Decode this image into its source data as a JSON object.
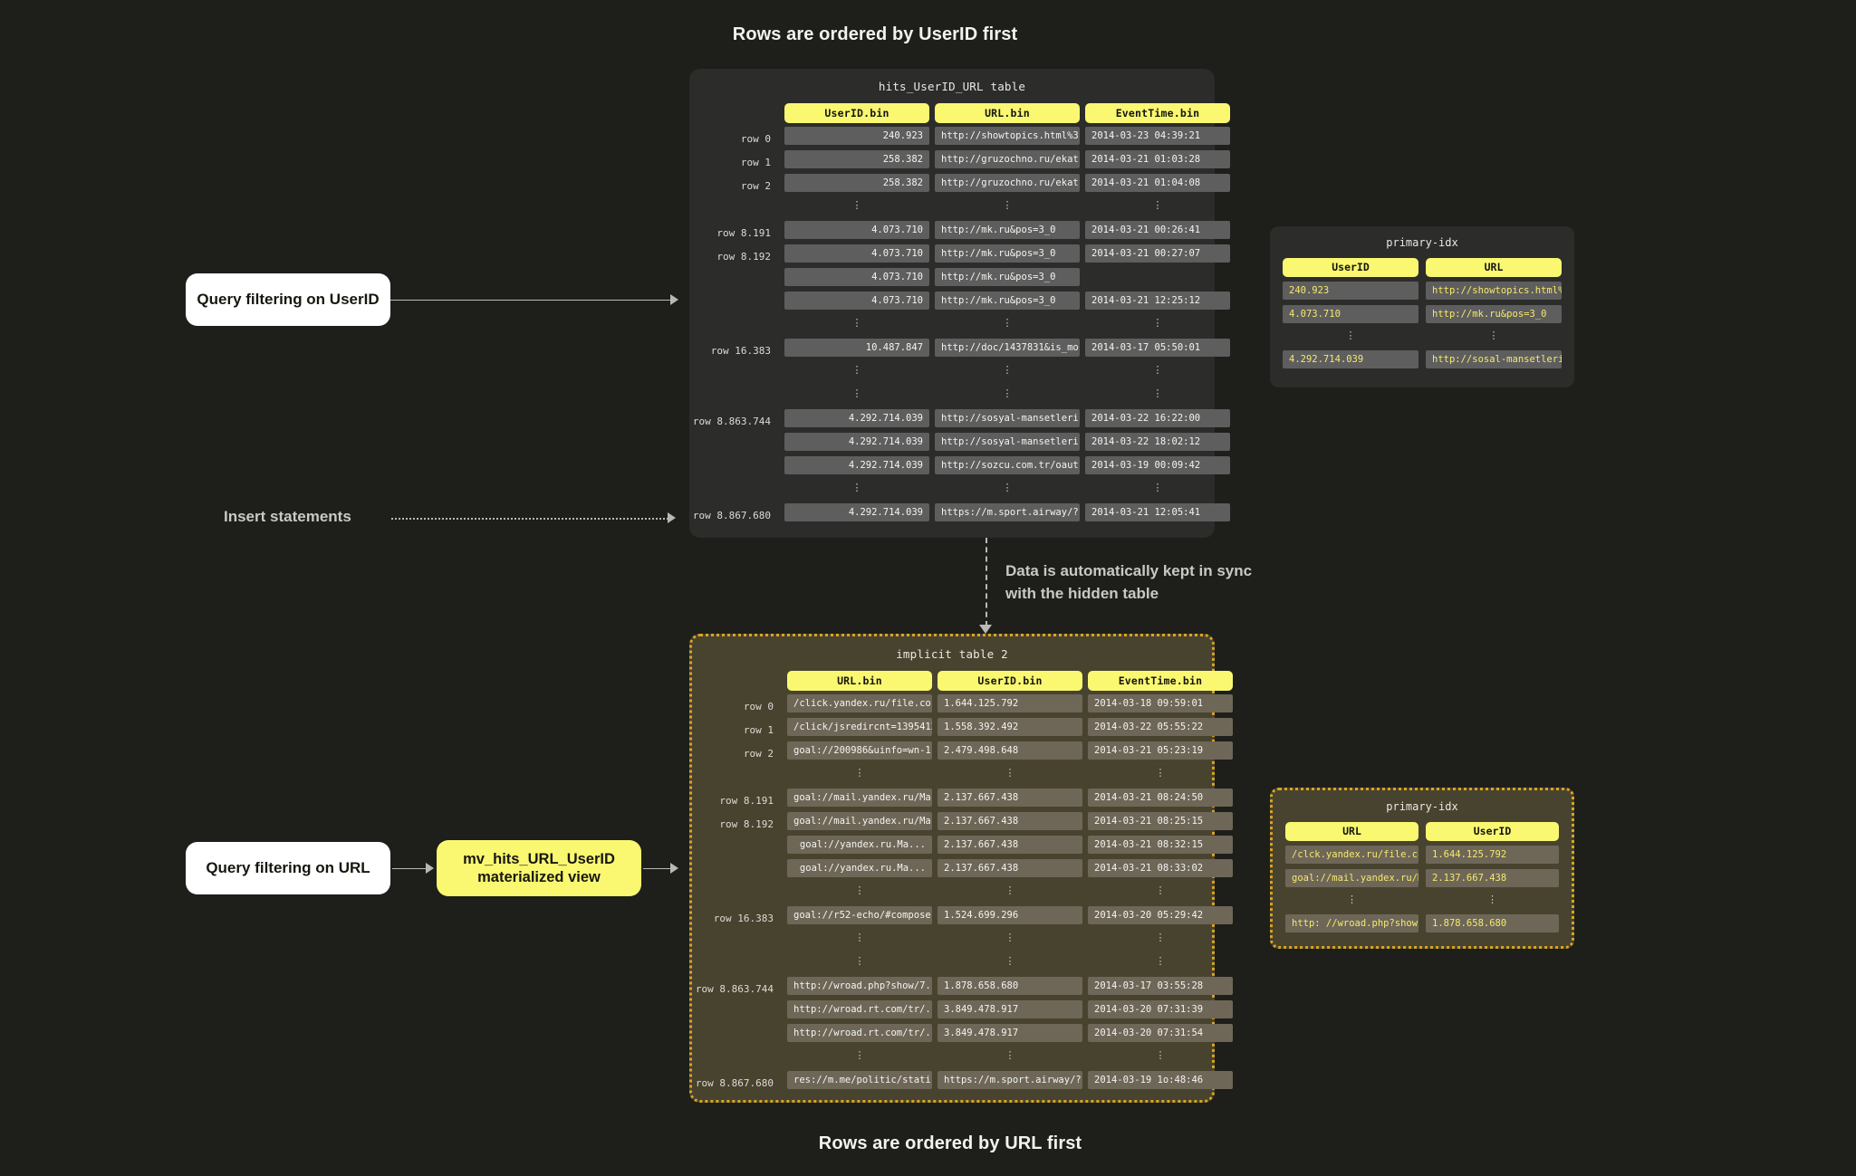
{
  "captions": {
    "top": "Rows are ordered by UserID first",
    "bottom": "Rows are ordered by URL first"
  },
  "callouts": {
    "query_userid": "Query filtering on UserID",
    "query_url": "Query filtering on URL",
    "materialized_view": "mv_hits_URL_UserID materialized view",
    "insert_statements": "Insert statements",
    "sync_note": "Data is automatically kept in sync\nwith the hidden table"
  },
  "table_hits": {
    "title": "hits_UserID_URL table",
    "headers": [
      "UserID.bin",
      "URL.bin",
      "EventTime.bin"
    ],
    "rows": [
      {
        "label": "row 0",
        "type": "data",
        "cells": [
          "240.923",
          "http://showtopics.html%3...",
          "2014-03-23 04:39:21"
        ]
      },
      {
        "label": "row 1",
        "type": "data",
        "cells": [
          "258.382",
          "http://gruzochno.ru/ekat...",
          "2014-03-21 01:03:28"
        ]
      },
      {
        "label": "row 2",
        "type": "data",
        "cells": [
          "258.382",
          "http://gruzochno.ru/ekat...",
          "2014-03-21 01:04:08"
        ]
      },
      {
        "label": "",
        "type": "ellipsis",
        "cells": [
          "",
          "",
          ""
        ]
      },
      {
        "label": "row 8.191",
        "type": "data",
        "cells": [
          "4.073.710",
          "http://mk.ru&pos=3_0",
          "2014-03-21 00:26:41"
        ]
      },
      {
        "label": "row 8.192",
        "type": "data",
        "cells": [
          "4.073.710",
          "http://mk.ru&pos=3_0",
          "2014-03-21 00:27:07"
        ]
      },
      {
        "label": "",
        "type": "data",
        "cells": [
          "4.073.710",
          "http://mk.ru&pos=3_0",
          ""
        ]
      },
      {
        "label": "",
        "type": "data",
        "cells": [
          "4.073.710",
          "http://mk.ru&pos=3_0",
          "2014-03-21 12:25:12"
        ]
      },
      {
        "label": "",
        "type": "ellipsis",
        "cells": [
          "",
          "",
          ""
        ]
      },
      {
        "label": "row 16.383",
        "type": "data",
        "cells": [
          "10.487.847",
          "http://doc/1437831&is_mo...",
          "2014-03-17 05:50:01"
        ]
      },
      {
        "label": "",
        "type": "ellipsis",
        "cells": [
          "",
          "",
          ""
        ]
      },
      {
        "label": "",
        "type": "ellipsis",
        "cells": [
          "",
          "",
          ""
        ]
      },
      {
        "label": "row 8.863.744",
        "type": "data",
        "cells": [
          "4.292.714.039",
          "http://sosyal-mansetleri...",
          "2014-03-22 16:22:00"
        ]
      },
      {
        "label": "",
        "type": "data",
        "cells": [
          "4.292.714.039",
          "http://sosyal-mansetleri...",
          "2014-03-22 18:02:12"
        ]
      },
      {
        "label": "",
        "type": "data",
        "cells": [
          "4.292.714.039",
          "http://sozcu.com.tr/oaut",
          "2014-03-19 00:09:42"
        ]
      },
      {
        "label": "",
        "type": "ellipsis",
        "cells": [
          "",
          "",
          ""
        ]
      },
      {
        "label": "row 8.867.680",
        "type": "data",
        "cells": [
          "4.292.714.039",
          "https://m.sport.airway/?",
          "2014-03-21 12:05:41"
        ]
      }
    ]
  },
  "table_implicit": {
    "title": "implicit table 2",
    "headers": [
      "URL.bin",
      "UserID.bin",
      "EventTime.bin"
    ],
    "rows": [
      {
        "label": "row 0",
        "type": "data",
        "cells": [
          "/click.yandex.ru/file.co ...",
          "1.644.125.792",
          "2014-03-18 09:59:01"
        ]
      },
      {
        "label": "row 1",
        "type": "data",
        "cells": [
          "/click/jsredircnt=1395412...",
          "1.558.392.492",
          "2014-03-22 05:55:22"
        ]
      },
      {
        "label": "row 2",
        "type": "data",
        "cells": [
          "goal://200986&uinfo=wn-1...",
          "2.479.498.648",
          "2014-03-21 05:23:19"
        ]
      },
      {
        "label": "",
        "type": "ellipsis",
        "cells": [
          "",
          "",
          ""
        ]
      },
      {
        "label": "row 8.191",
        "type": "data",
        "cells": [
          "goal://mail.yandex.ru/Ma...",
          "2.137.667.438",
          "2014-03-21 08:24:50"
        ]
      },
      {
        "label": "row 8.192",
        "type": "data",
        "cells": [
          "goal://mail.yandex.ru/Ma...",
          "2.137.667.438",
          "2014-03-21 08:25:15"
        ]
      },
      {
        "label": "",
        "type": "data",
        "cells": [
          "goal://yandex.ru.Ma...",
          "2.137.667.438",
          "2014-03-21 08:32:15"
        ]
      },
      {
        "label": "",
        "type": "data",
        "cells": [
          "goal://yandex.ru.Ma...",
          "2.137.667.438",
          "2014-03-21 08:33:02"
        ]
      },
      {
        "label": "",
        "type": "ellipsis",
        "cells": [
          "",
          "",
          ""
        ]
      },
      {
        "label": "row 16.383",
        "type": "data",
        "cells": [
          "goal://r52-echo/#compose...",
          "1.524.699.296",
          "2014-03-20 05:29:42"
        ]
      },
      {
        "label": "",
        "type": "ellipsis",
        "cells": [
          "",
          "",
          ""
        ]
      },
      {
        "label": "",
        "type": "ellipsis",
        "cells": [
          "",
          "",
          ""
        ]
      },
      {
        "label": "row 8.863.744",
        "type": "data",
        "cells": [
          "http://wroad.php?show/7...",
          "1.878.658.680",
          "2014-03-17 03:55:28"
        ]
      },
      {
        "label": "",
        "type": "data",
        "cells": [
          "http://wroad.rt.com/tr/...",
          "3.849.478.917",
          "2014-03-20 07:31:39"
        ]
      },
      {
        "label": "",
        "type": "data",
        "cells": [
          "http://wroad.rt.com/tr/...",
          "3.849.478.917",
          "2014-03-20 07:31:54"
        ]
      },
      {
        "label": "",
        "type": "ellipsis",
        "cells": [
          "",
          "",
          ""
        ]
      },
      {
        "label": "row 8.867.680",
        "type": "data",
        "cells": [
          "res://m.me/politic/stati...",
          "https://m.sport.airway/?",
          "2014-03-19 1o:48:46"
        ]
      }
    ]
  },
  "idx_top": {
    "title": "primary-idx",
    "headers": [
      "UserID",
      "URL"
    ],
    "rows": [
      {
        "type": "data",
        "cells": [
          "240.923",
          "http://showtopics.html%3..."
        ]
      },
      {
        "type": "data",
        "cells": [
          "4.073.710",
          "http://mk.ru&pos=3_0"
        ]
      },
      {
        "type": "ellipsis",
        "cells": [
          "",
          ""
        ]
      },
      {
        "type": "data",
        "cells": [
          "4.292.714.039",
          "http://sosal-mansetleri..."
        ]
      }
    ]
  },
  "idx_bottom": {
    "title": "primary-idx",
    "headers": [
      "URL",
      "UserID"
    ],
    "rows": [
      {
        "type": "data",
        "cells": [
          "/clck.yandex.ru/file.com...",
          "1.644.125.792"
        ]
      },
      {
        "type": "data",
        "cells": [
          "goal://mail.yandex.ru/Ma...",
          "2.137.667.438"
        ]
      },
      {
        "type": "ellipsis",
        "cells": [
          "",
          ""
        ]
      },
      {
        "type": "data",
        "cells": [
          "http: //wroad.php?show/7...",
          "1.878.658.680"
        ]
      }
    ]
  },
  "colors": {
    "page_bg": "#1e1e1b",
    "accent_yellow": "#faf871",
    "panel_dark": "#2c2c2a",
    "panel_olive": "#48432f",
    "cell_dark": "#5e5e5e",
    "cell_olive": "#6e6758",
    "dotted_border": "#d9a520",
    "idx_value_text": "#f6e96b",
    "arrow": "#b9b9b4"
  }
}
